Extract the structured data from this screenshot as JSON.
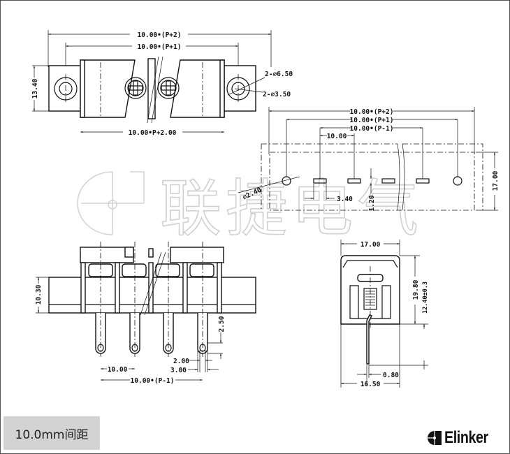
{
  "watermark": {
    "text": "联捷电气"
  },
  "top_view": {
    "dim_overall": "10.00•(P+2)",
    "dim_holes": "10.00•(P+1)",
    "dim_body": "10.00•P+2.00",
    "dim_height": "13.40",
    "hole_outer": "2-∅6.50",
    "hole_inner": "2-∅3.50"
  },
  "pcb_view": {
    "dim_overall": "10.00•(P+2)",
    "dim_holes": "10.00•(P+1)",
    "dim_pins": "10.00•(P-1)",
    "dim_pitch": "10.00",
    "dim_hole_dia": "∅2.40",
    "dim_slot_len": "3.40",
    "dim_slot_w": "1.20",
    "dim_height": "17.00"
  },
  "front_view": {
    "dim_height": "10.30",
    "dim_pin_slot": "2.50",
    "dim_slot_w": "2.00",
    "dim_pin_w": "3.00",
    "dim_pitch": "10.00",
    "dim_pins": "10.00•(P-1)"
  },
  "side_view": {
    "dim_top": "17.00",
    "dim_height": "19.80",
    "dim_pin_len": "12.40±0.3",
    "dim_pin_thk": "0.80",
    "dim_bottom": "16.50"
  },
  "footer": {
    "pitch_label": "10.0mm间距",
    "brand": "Elinker"
  }
}
